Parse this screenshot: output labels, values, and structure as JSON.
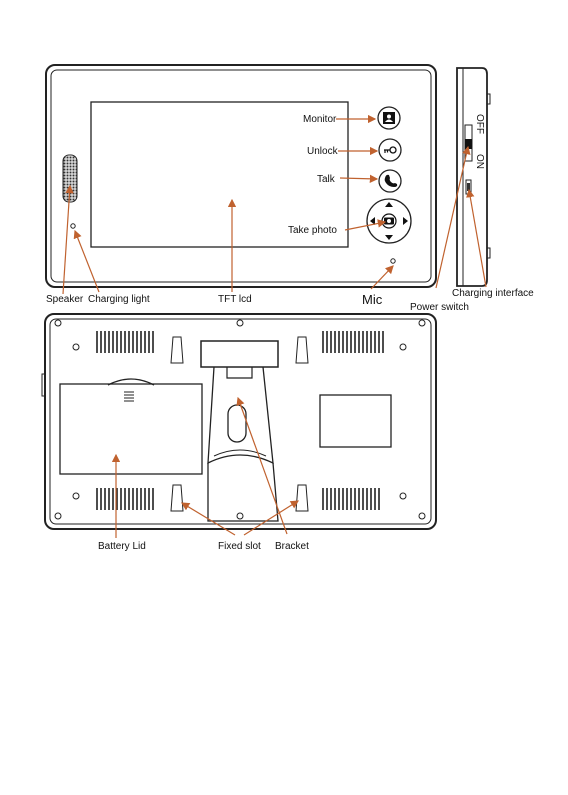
{
  "front_labels": {
    "monitor": "Monitor",
    "unlock": "Unlock",
    "talk": "Talk",
    "take_photo": "Take photo",
    "speaker": "Speaker",
    "charging_light": "Charging light",
    "tft_lcd": "TFT lcd",
    "mic": "Mic"
  },
  "side_labels": {
    "switch_off": "OFF",
    "switch_on": "ON",
    "power_switch": "Power switch",
    "charging_interface": "Charging interface"
  },
  "back_labels": {
    "battery_lid": "Battery Lid",
    "fixed_slot": "Fixed slot",
    "bracket": "Bracket"
  },
  "colors": {
    "arrow": "#c0622f",
    "outline": "#222222"
  },
  "icons": [
    "monitor-icon",
    "key-icon",
    "phone-icon",
    "camera-icon"
  ]
}
